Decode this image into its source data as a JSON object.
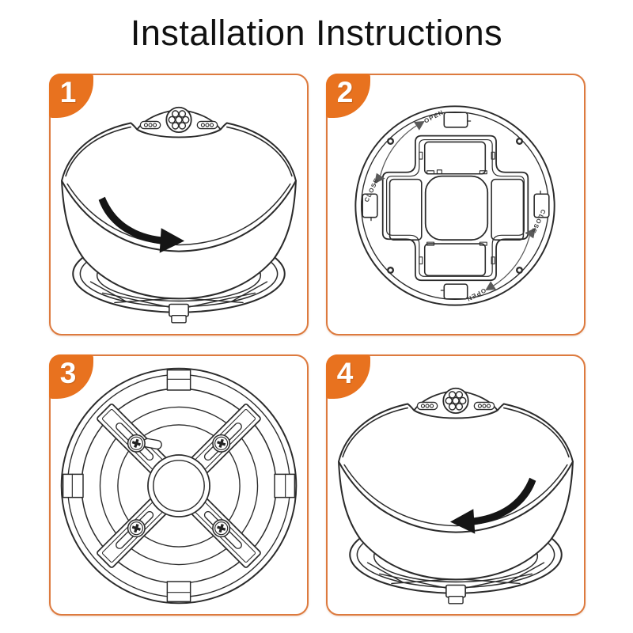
{
  "page": {
    "title": "Installation Instructions"
  },
  "colors": {
    "accent": "#E8721F",
    "panel_border": "#DD7A3E",
    "line": "#2B2B2B",
    "label": "#3A3A3A",
    "arrow_arc": "#5A5A5A",
    "title": "#111111",
    "badge_text": "#FFFFFF"
  },
  "steps": [
    {
      "number": "1",
      "name": "rotate-device-clockwise-onto-base"
    },
    {
      "number": "2",
      "name": "battery-compartment-back-view",
      "labels": {
        "open": "OPEN",
        "close": "CLOSE"
      }
    },
    {
      "number": "3",
      "name": "mounting-bracket-front-view"
    },
    {
      "number": "4",
      "name": "rotate-device-counterclockwise-off-base"
    }
  ]
}
